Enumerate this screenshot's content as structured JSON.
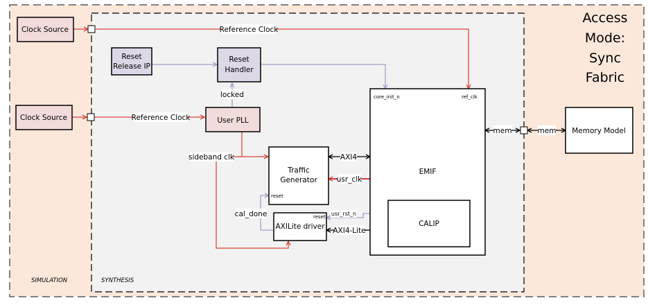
{
  "colors": {
    "simulation_bg": "#fce8db",
    "synthesis_bg": "#f2f2f2",
    "clock_box_fill": "#f2dcdb",
    "reset_box_fill": "#dcd8e6",
    "white_box_fill": "#ffffff",
    "clock_line": "#d9453a",
    "reset_line": "#a89cc8",
    "data_line": "#000000",
    "outer_border": "#808080"
  },
  "regions": {
    "simulation": "SIMULATION",
    "synthesis": "SYNTHESIS",
    "access_mode": [
      "Access",
      "Mode:",
      "Sync",
      "Fabric"
    ]
  },
  "blocks": {
    "clock_source_1": "Clock Source",
    "clock_source_2": "Clock Source",
    "reset_release_ip": [
      "Reset",
      "Release IP"
    ],
    "reset_handler": [
      "Reset",
      "Handler"
    ],
    "user_pll": "User PLL",
    "traffic_generator": [
      "Traffic",
      "Generator"
    ],
    "axilite_driver": "AXILite driver",
    "emif": "EMIF",
    "calip": "CALIP",
    "memory_model": "Memory Model"
  },
  "ports": {
    "core_init_n": "core_init_n",
    "ref_clk": "ref_clk",
    "tg_reset": "reset",
    "axil_reset": "reset"
  },
  "signals": {
    "reference_clock_top": "Reference Clock",
    "reference_clock_pll": "Reference Clock",
    "locked": "locked",
    "sideband_clk": "sideband clk",
    "axi4": "AXI4",
    "usr_clk": "usr_clk",
    "usr_rst_n": "usr_rst_n",
    "axi4_lite": "AXI4-Lite",
    "cal_done": "cal_done",
    "mem_left": "mem",
    "mem_right": "mem"
  }
}
